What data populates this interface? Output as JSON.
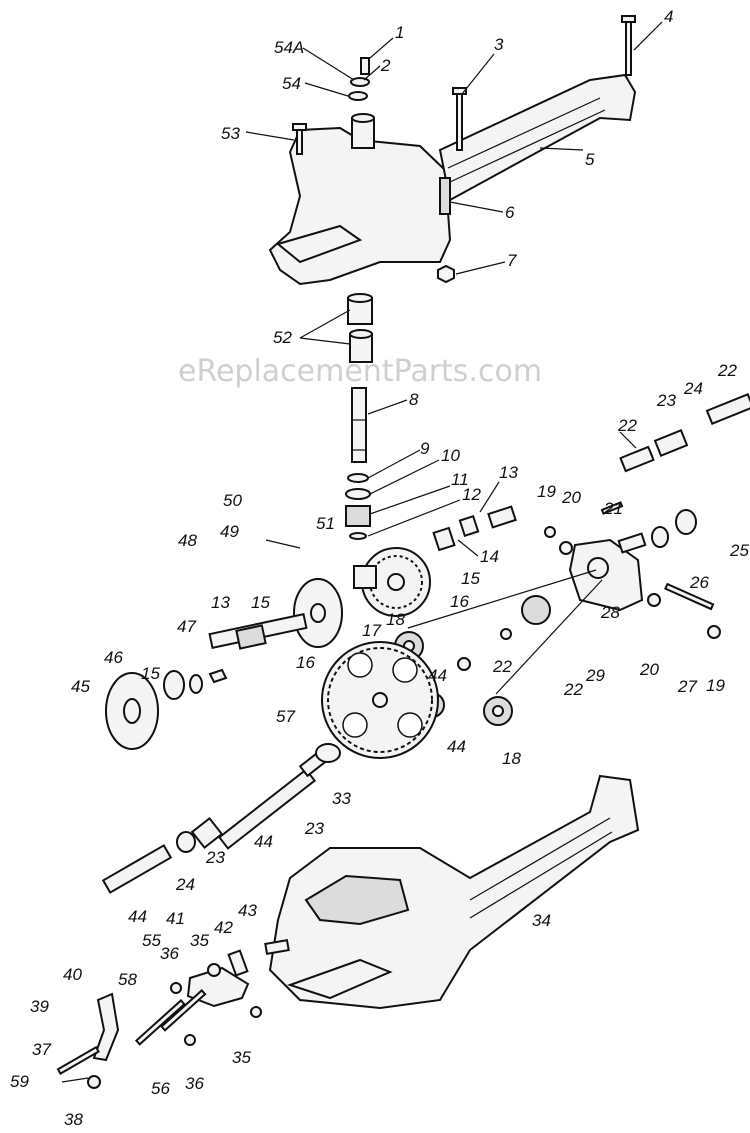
{
  "watermark": "eReplacementParts.com",
  "labels": [
    "1",
    "2",
    "3",
    "4",
    "5",
    "6",
    "7",
    "8",
    "9",
    "10",
    "11",
    "12",
    "13",
    "13",
    "14",
    "15",
    "15",
    "15",
    "16",
    "16",
    "17",
    "18",
    "18",
    "19",
    "19",
    "20",
    "20",
    "21",
    "22",
    "22",
    "22",
    "22",
    "23",
    "23",
    "23",
    "24",
    "24",
    "25",
    "26",
    "27",
    "28",
    "29",
    "33",
    "34",
    "35",
    "35",
    "36",
    "36",
    "37",
    "38",
    "39",
    "40",
    "41",
    "42",
    "43",
    "44",
    "44",
    "44",
    "44",
    "45",
    "46",
    "47",
    "48",
    "49",
    "50",
    "51",
    "52",
    "53",
    "54",
    "54A",
    "55",
    "56",
    "57",
    "58",
    "59"
  ]
}
